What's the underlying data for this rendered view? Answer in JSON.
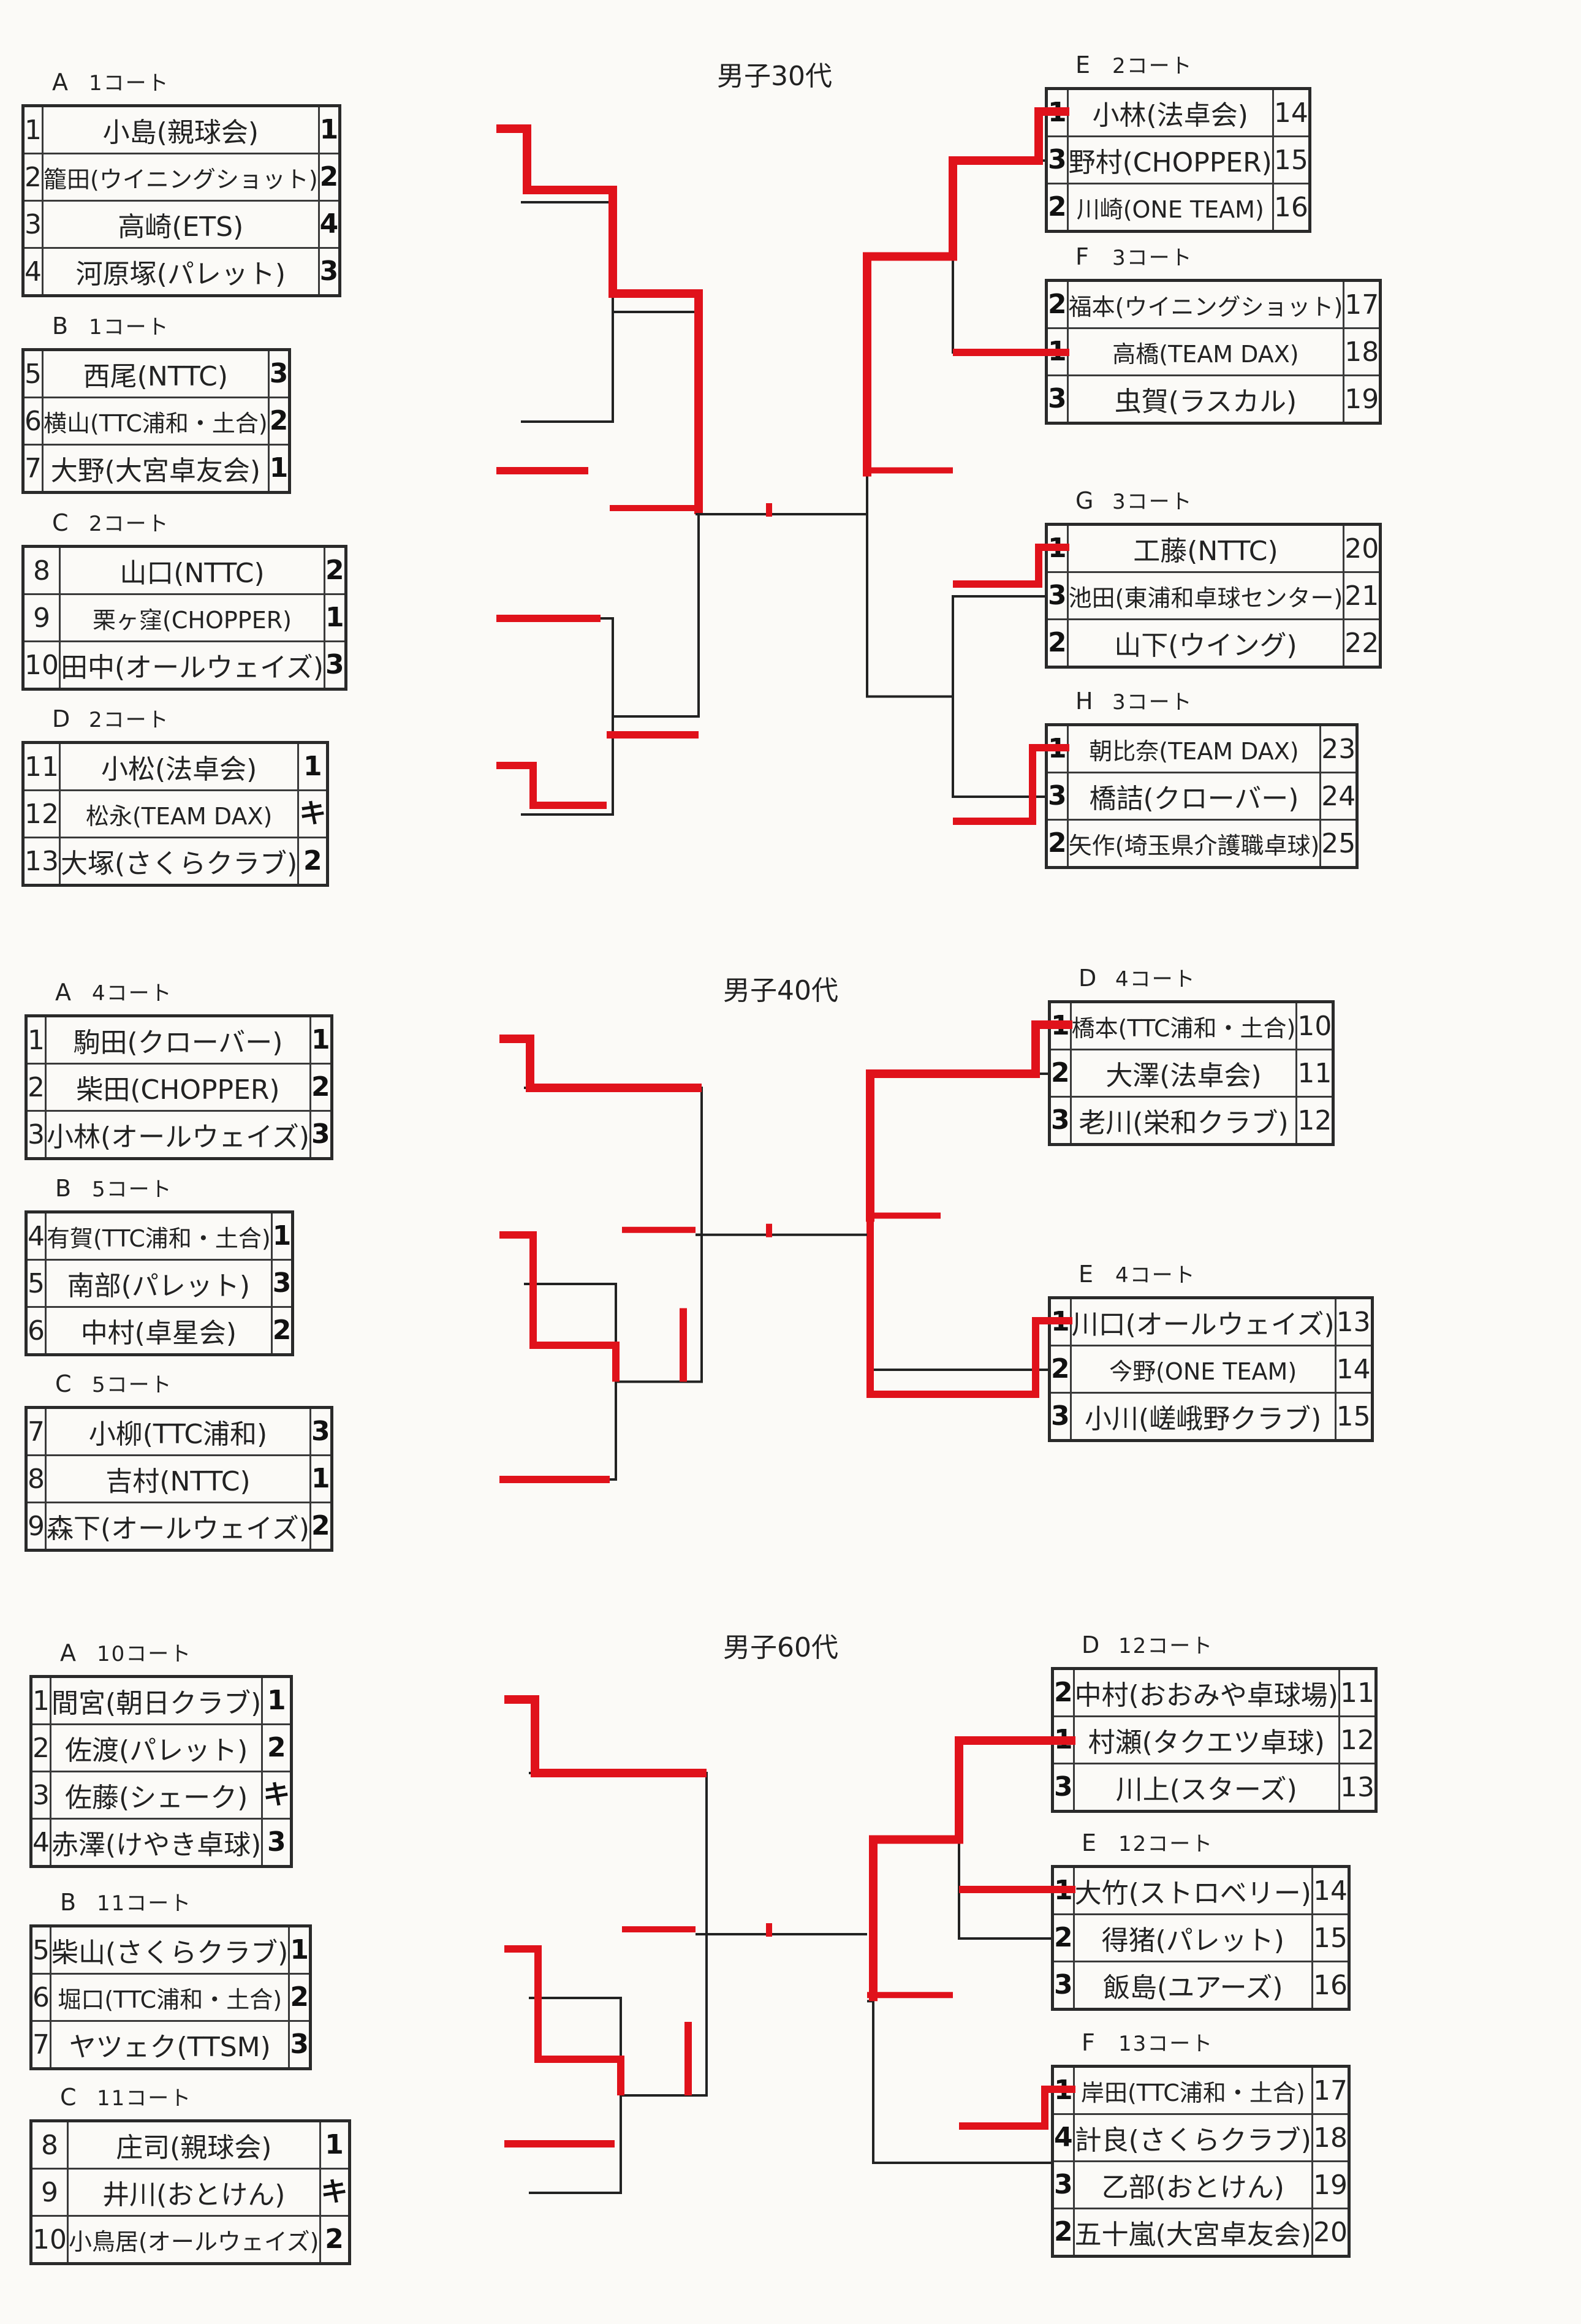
{
  "sections": [
    {
      "title": "男子30代",
      "left": [
        {
          "label": "A",
          "court": "1コート",
          "players": [
            {
              "no": "1",
              "name": "小島(親球会)",
              "rank": "1"
            },
            {
              "no": "2",
              "name": "籠田(ウイニングショット)",
              "rank": "2"
            },
            {
              "no": "3",
              "name": "高崎(ETS)",
              "rank": "4"
            },
            {
              "no": "4",
              "name": "河原塚(パレット)",
              "rank": "3"
            }
          ]
        },
        {
          "label": "B",
          "court": "1コート",
          "players": [
            {
              "no": "5",
              "name": "西尾(NTTC)",
              "rank": "3"
            },
            {
              "no": "6",
              "name": "横山(TTC浦和・土合)",
              "rank": "2"
            },
            {
              "no": "7",
              "name": "大野(大宮卓友会)",
              "rank": "1"
            }
          ]
        },
        {
          "label": "C",
          "court": "2コート",
          "players": [
            {
              "no": "8",
              "name": "山口(NTTC)",
              "rank": "2"
            },
            {
              "no": "9",
              "name": "栗ヶ窪(CHOPPER)",
              "rank": "1"
            },
            {
              "no": "10",
              "name": "田中(オールウェイズ)",
              "rank": "3"
            }
          ]
        },
        {
          "label": "D",
          "court": "2コート",
          "players": [
            {
              "no": "11",
              "name": "小松(法卓会)",
              "rank": "1"
            },
            {
              "no": "12",
              "name": "松永(TEAM DAX)",
              "rank": "キ"
            },
            {
              "no": "13",
              "name": "大塚(さくらクラブ)",
              "rank": "2"
            }
          ]
        }
      ],
      "right": [
        {
          "label": "E",
          "court": "2コート",
          "players": [
            {
              "no": "14",
              "name": "小林(法卓会)",
              "rank": "1"
            },
            {
              "no": "15",
              "name": "野村(CHOPPER)",
              "rank": "3"
            },
            {
              "no": "16",
              "name": "川崎(ONE TEAM)",
              "rank": "2"
            }
          ]
        },
        {
          "label": "F",
          "court": "3コート",
          "players": [
            {
              "no": "17",
              "name": "福本(ウイニングショット)",
              "rank": "2"
            },
            {
              "no": "18",
              "name": "高橋(TEAM DAX)",
              "rank": "1"
            },
            {
              "no": "19",
              "name": "虫賀(ラスカル)",
              "rank": "3"
            }
          ]
        },
        {
          "label": "G",
          "court": "3コート",
          "players": [
            {
              "no": "20",
              "name": "工藤(NTTC)",
              "rank": "1"
            },
            {
              "no": "21",
              "name": "池田(東浦和卓球センター)",
              "rank": "3"
            },
            {
              "no": "22",
              "name": "山下(ウイング)",
              "rank": "2"
            }
          ]
        },
        {
          "label": "H",
          "court": "3コート",
          "players": [
            {
              "no": "23",
              "name": "朝比奈(TEAM DAX)",
              "rank": "1"
            },
            {
              "no": "24",
              "name": "橋詰(クローバー)",
              "rank": "3"
            },
            {
              "no": "25",
              "name": "矢作(埼玉県介護職卓球)",
              "rank": "2"
            }
          ]
        }
      ]
    },
    {
      "title": "男子40代",
      "left": [
        {
          "label": "A",
          "court": "4コート",
          "players": [
            {
              "no": "1",
              "name": "駒田(クローバー)",
              "rank": "1"
            },
            {
              "no": "2",
              "name": "柴田(CHOPPER)",
              "rank": "2"
            },
            {
              "no": "3",
              "name": "小林(オールウェイズ)",
              "rank": "3"
            }
          ]
        },
        {
          "label": "B",
          "court": "5コート",
          "players": [
            {
              "no": "4",
              "name": "有賀(TTC浦和・土合)",
              "rank": "1"
            },
            {
              "no": "5",
              "name": "南部(パレット)",
              "rank": "3"
            },
            {
              "no": "6",
              "name": "中村(卓星会)",
              "rank": "2"
            }
          ]
        },
        {
          "label": "C",
          "court": "5コート",
          "players": [
            {
              "no": "7",
              "name": "小柳(TTC浦和)",
              "rank": "3"
            },
            {
              "no": "8",
              "name": "吉村(NTTC)",
              "rank": "1"
            },
            {
              "no": "9",
              "name": "森下(オールウェイズ)",
              "rank": "2"
            }
          ]
        }
      ],
      "right": [
        {
          "label": "D",
          "court": "4コート",
          "players": [
            {
              "no": "10",
              "name": "橋本(TTC浦和・土合)",
              "rank": "1"
            },
            {
              "no": "11",
              "name": "大澤(法卓会)",
              "rank": "2"
            },
            {
              "no": "12",
              "name": "老川(栄和クラブ)",
              "rank": "3"
            }
          ]
        },
        {
          "label": "E",
          "court": "4コート",
          "players": [
            {
              "no": "13",
              "name": "川口(オールウェイズ)",
              "rank": "1"
            },
            {
              "no": "14",
              "name": "今野(ONE TEAM)",
              "rank": "2"
            },
            {
              "no": "15",
              "name": "小川(嵯峨野クラブ)",
              "rank": "3"
            }
          ]
        }
      ]
    },
    {
      "title": "男子60代",
      "left": [
        {
          "label": "A",
          "court": "10コート",
          "players": [
            {
              "no": "1",
              "name": "間宮(朝日クラブ)",
              "rank": "1"
            },
            {
              "no": "2",
              "name": "佐渡(パレット)",
              "rank": "2"
            },
            {
              "no": "3",
              "name": "佐藤(シェーク)",
              "rank": "キ"
            },
            {
              "no": "4",
              "name": "赤澤(けやき卓球)",
              "rank": "3"
            }
          ]
        },
        {
          "label": "B",
          "court": "11コート",
          "players": [
            {
              "no": "5",
              "name": "柴山(さくらクラブ)",
              "rank": "1"
            },
            {
              "no": "6",
              "name": "堀口(TTC浦和・土合)",
              "rank": "2"
            },
            {
              "no": "7",
              "name": "ヤツェク(TTSM)",
              "rank": "3"
            }
          ]
        },
        {
          "label": "C",
          "court": "11コート",
          "players": [
            {
              "no": "8",
              "name": "庄司(親球会)",
              "rank": "1"
            },
            {
              "no": "9",
              "name": "井川(おとけん)",
              "rank": "キ"
            },
            {
              "no": "10",
              "name": "小鳥居(オールウェイズ)",
              "rank": "2"
            }
          ]
        }
      ],
      "right": [
        {
          "label": "D",
          "court": "12コート",
          "players": [
            {
              "no": "11",
              "name": "中村(おおみや卓球場)",
              "rank": "2"
            },
            {
              "no": "12",
              "name": "村瀬(タクエツ卓球)",
              "rank": "1"
            },
            {
              "no": "13",
              "name": "川上(スターズ)",
              "rank": "3"
            }
          ]
        },
        {
          "label": "E",
          "court": "12コート",
          "players": [
            {
              "no": "14",
              "name": "大竹(ストロベリー)",
              "rank": "1"
            },
            {
              "no": "15",
              "name": "得猪(パレット)",
              "rank": "2"
            },
            {
              "no": "16",
              "name": "飯島(ユアーズ)",
              "rank": "3"
            }
          ]
        },
        {
          "label": "F",
          "court": "13コート",
          "players": [
            {
              "no": "17",
              "name": "岸田(TTC浦和・土合)",
              "rank": "1"
            },
            {
              "no": "18",
              "name": "計良(さくらクラブ)",
              "rank": "4"
            },
            {
              "no": "19",
              "name": "乙部(おとけん)",
              "rank": "3"
            },
            {
              "no": "20",
              "name": "五十嵐(大宮卓友会)",
              "rank": "2"
            }
          ]
        }
      ]
    }
  ],
  "colors": {
    "advance_line": "#e0121b",
    "bracket_line": "#222222",
    "faint": "#e9b9bb"
  }
}
